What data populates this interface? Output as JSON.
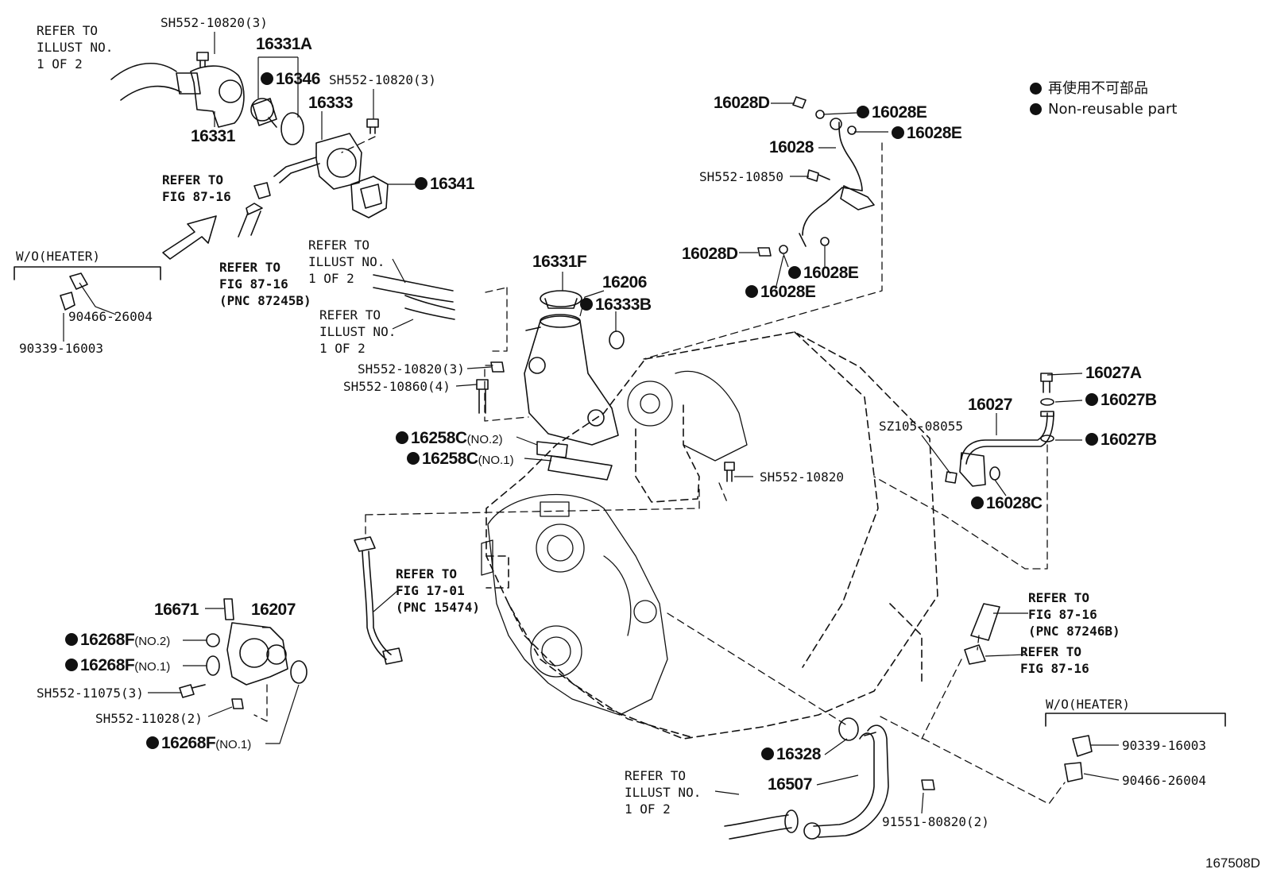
{
  "legend": {
    "jp": "再使用不可部品",
    "en": "Non-reusable part"
  },
  "illustration_number": "167508D",
  "refs": {
    "illust_top_left": "REFER TO\nILLUST NO.\n1 OF 2",
    "fig_87_16_a": "REFER TO\nFIG 87-16",
    "fig_87_16_b": "REFER TO\nFIG 87-16\n(PNC 87245B)",
    "wo_heater_left": "W/O(HEATER)",
    "illust_mid_a": "REFER TO\nILLUST NO.\n1 OF 2",
    "illust_mid_b": "REFER TO\nILLUST NO.\n1 OF 2",
    "fig_17_01": "REFER TO\nFIG 17-01\n(PNC 15474)",
    "fig_87_16_c": "REFER TO\nFIG 87-16\n(PNC 87246B)",
    "fig_87_16_d": "REFER TO\nFIG 87-16",
    "wo_heater_right": "W/O(HEATER)",
    "illust_bottom": "REFER TO\nILLUST NO.\n1 OF 2"
  },
  "parts": {
    "sh552_10820_3_top": "SH552-10820(3)",
    "p16331A": "16331A",
    "p16346": "16346",
    "sh552_10820_3_b": "SH552-10820(3)",
    "p16333": "16333",
    "p16331": "16331",
    "p16341": "16341",
    "p90466_26004_l": "90466-26004",
    "p90339_16003_l": "90339-16003",
    "p16028D_a": "16028D",
    "p16028E_a": "16028E",
    "p16028E_b": "16028E",
    "p16028": "16028",
    "sh552_10850": "SH552-10850",
    "p16028D_b": "16028D",
    "p16028E_c": "16028E",
    "p16028E_d": "16028E",
    "p16331F": "16331F",
    "p16206": "16206",
    "p16333B": "16333B",
    "sh552_10820_3_c": "SH552-10820(3)",
    "sh552_10860_4": "SH552-10860(4)",
    "p16258C_2": "16258C",
    "p16258C_2_sfx": "(NO.2)",
    "p16258C_1": "16258C",
    "p16258C_1_sfx": "(NO.1)",
    "sh552_10820": "SH552-10820",
    "p16027A": "16027A",
    "p16027B_a": "16027B",
    "p16027": "16027",
    "sz105_08055": "SZ105-08055",
    "p16027B_b": "16027B",
    "p16028C": "16028C",
    "p16671": "16671",
    "p16207": "16207",
    "p16268F_2": "16268F",
    "p16268F_2_sfx": "(NO.2)",
    "p16268F_1a": "16268F",
    "p16268F_1a_sfx": "(NO.1)",
    "sh552_11075_3": "SH552-11075(3)",
    "sh552_11028_2": "SH552-11028(2)",
    "p16268F_1b": "16268F",
    "p16268F_1b_sfx": "(NO.1)",
    "p16328": "16328",
    "p16507": "16507",
    "p91551_80820_2": "91551-80820(2)",
    "p90339_16003_r": "90339-16003",
    "p90466_26004_r": "90466-26004"
  }
}
